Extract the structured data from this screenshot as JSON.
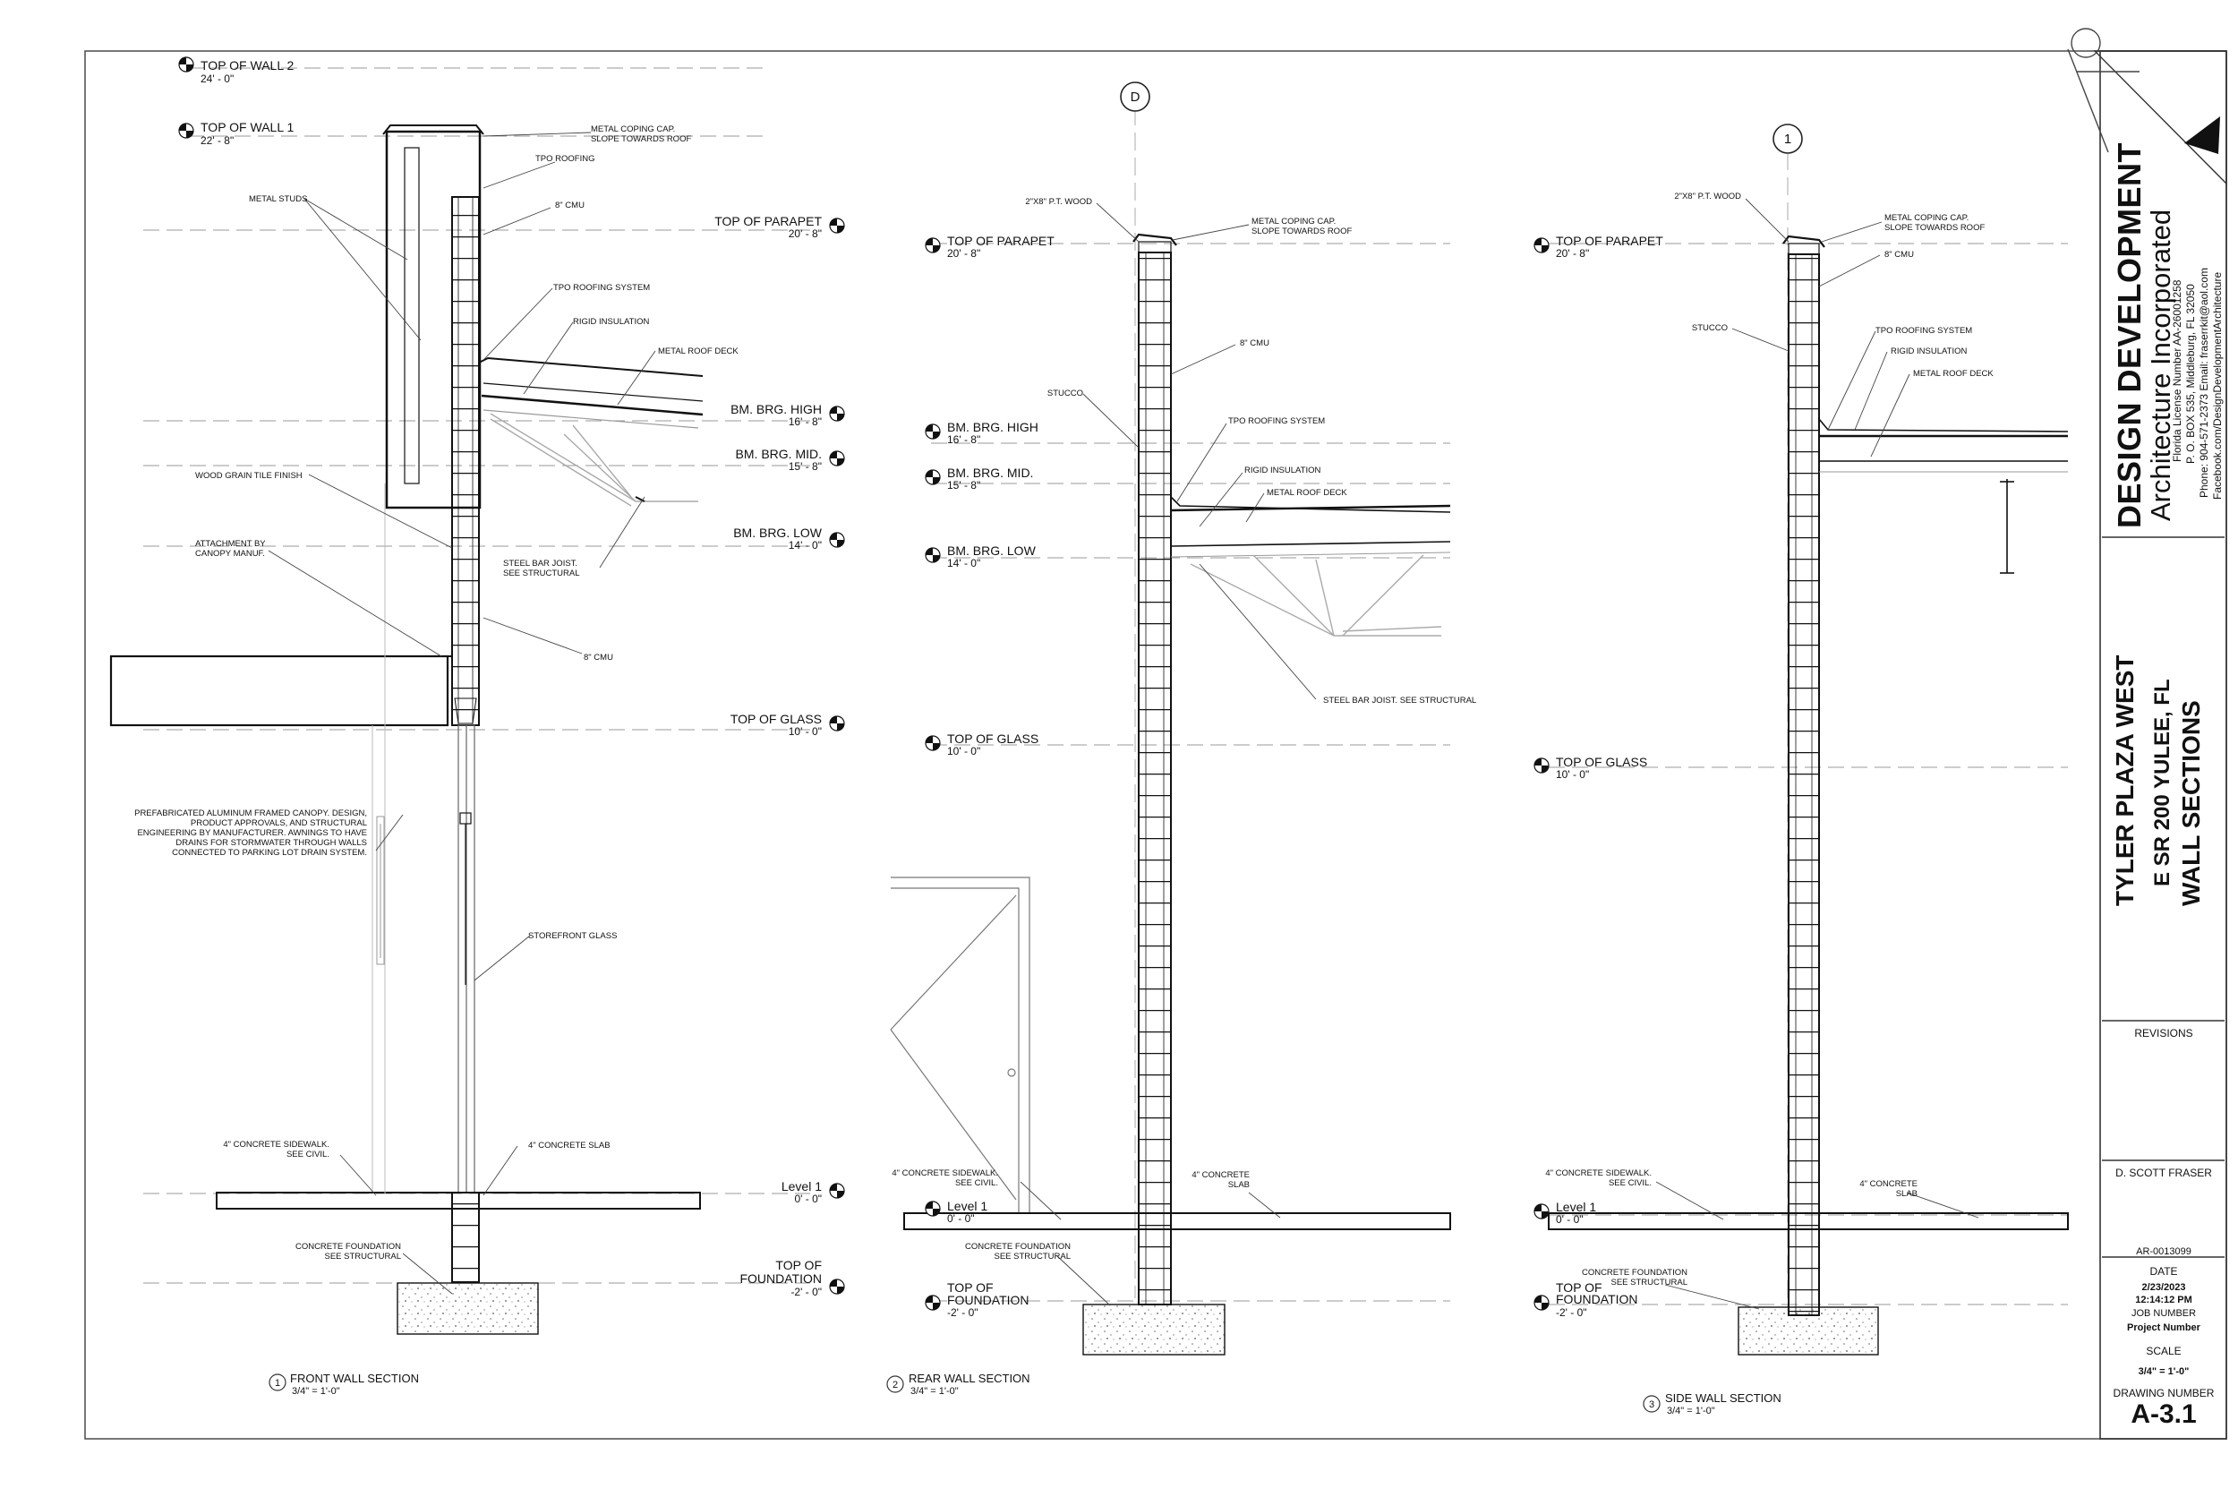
{
  "firm": {
    "name": "DESIGN DEVELOPMENT",
    "subtitle": "Architecture Incorporated",
    "license": "Florida License Number AA-26001258",
    "address": "P. O. BOX 535, Middleburg, FL  32050",
    "contact": "Phone: 904-571-2373   Email: fraserrkit@aol.com",
    "facebook": "Facebook.com/DesignDevelopmentArchitecture"
  },
  "project": {
    "name": "TYLER PLAZA WEST",
    "address": "E SR 200 YULEE, FL",
    "sheet_title": "WALL SECTIONS"
  },
  "titleblock": {
    "revisions_label": "REVISIONS",
    "architect": "D. SCOTT FRASER",
    "license_no": "AR-0013099",
    "date_label": "DATE",
    "date": "2/23/2023",
    "time": "12:14:12 PM",
    "job_label": "JOB NUMBER",
    "job_value": "Project Number",
    "scale_label": "SCALE",
    "scale_value": "3/4\" = 1'-0\"",
    "drawing_label": "DRAWING NUMBER",
    "drawing_number": "A-3.1"
  },
  "grid_bubbles": {
    "d": "D",
    "one": "1"
  },
  "section1": {
    "num": "1",
    "title": "FRONT WALL SECTION",
    "scale": "3/4\" = 1'-0\"",
    "levels": {
      "tow2": {
        "name": "TOP OF WALL 2",
        "elev": "24' - 0\""
      },
      "tow1": {
        "name": "TOP OF WALL 1",
        "elev": "22' - 8\""
      },
      "parapet": {
        "name": "TOP OF PARAPET",
        "elev": "20' - 8\""
      },
      "high": {
        "name": "BM. BRG. HIGH",
        "elev": "16' - 8\""
      },
      "mid": {
        "name": "BM. BRG. MID.",
        "elev": "15' - 8\""
      },
      "low": {
        "name": "BM. BRG. LOW",
        "elev": "14' - 0\""
      },
      "glass": {
        "name": "TOP OF GLASS",
        "elev": "10' - 0\""
      },
      "level1": {
        "name": "Level 1",
        "elev": "0' - 0\""
      },
      "found1": "TOP OF",
      "found2": "FOUNDATION",
      "found_elev": "-2' - 0\""
    },
    "notes": {
      "coping1": "METAL COPING CAP.",
      "coping2": "SLOPE TOWARDS ROOF",
      "tpo": "TPO ROOFING",
      "studs": "METAL STUDS",
      "cmu_top": "8\" CMU",
      "tpo_sys": "TPO ROOFING SYSTEM",
      "rigid": "RIGID INSULATION",
      "deck": "METAL ROOF DECK",
      "tile": "WOOD GRAIN TILE FINISH",
      "attach1": "ATTACHMENT BY",
      "attach2": "CANOPY MANUF.",
      "joist1": "STEEL BAR JOIST.",
      "joist2": "SEE STRUCTURAL",
      "cmu_low": "8\" CMU",
      "canopy1": "PREFABRICATED ALUMINUM FRAMED CANOPY. DESIGN,",
      "canopy2": "PRODUCT APPROVALS, AND STRUCTURAL",
      "canopy3": "ENGINEERING BY MANUFACTURER. AWNINGS TO HAVE",
      "canopy4": "DRAINS FOR STORMWATER THROUGH WALLS",
      "canopy5": "CONNECTED TO PARKING LOT DRAIN SYSTEM.",
      "storefront": "STOREFRONT GLASS",
      "sidewalk1": "4\"  CONCRETE SIDEWALK.",
      "sidewalk2": "SEE CIVIL.",
      "slab": "4\" CONCRETE SLAB",
      "found1": "CONCRETE FOUNDATION",
      "found2": "SEE STRUCTURAL"
    }
  },
  "section2": {
    "num": "2",
    "title": "REAR WALL SECTION",
    "scale": "3/4\" = 1'-0\"",
    "levels": {
      "parapet": {
        "name": "TOP OF PARAPET",
        "elev": "20' - 8\""
      },
      "high": {
        "name": "BM. BRG. HIGH",
        "elev": "16' - 8\""
      },
      "mid": {
        "name": "BM. BRG. MID.",
        "elev": "15' - 8\""
      },
      "low": {
        "name": "BM. BRG. LOW",
        "elev": "14' - 0\""
      },
      "glass": {
        "name": "TOP OF GLASS",
        "elev": "10' - 0\""
      },
      "level1": {
        "name": "Level 1",
        "elev": "0' - 0\""
      },
      "found1": "TOP OF",
      "found2": "FOUNDATION",
      "found_elev": "-2' - 0\""
    },
    "notes": {
      "wood": "2\"X8\" P.T. WOOD",
      "coping1": "METAL COPING CAP.",
      "coping2": "SLOPE TOWARDS ROOF",
      "cmu": "8\" CMU",
      "stucco": "STUCCO",
      "tpo_sys": "TPO ROOFING SYSTEM",
      "rigid": "RIGID INSULATION",
      "deck": "METAL ROOF DECK",
      "joist": "STEEL BAR JOIST. SEE STRUCTURAL",
      "sidewalk1": "4\" CONCRETE SIDEWALK.",
      "sidewalk2": "SEE CIVIL.",
      "slab1": "4\" CONCRETE",
      "slab2": "SLAB",
      "found1": "CONCRETE FOUNDATION",
      "found2": "SEE STRUCTURAL"
    }
  },
  "section3": {
    "num": "3",
    "title": "SIDE WALL SECTION",
    "scale": "3/4\" = 1'-0\"",
    "levels": {
      "parapet": {
        "name": "TOP OF PARAPET",
        "elev": "20' - 8\""
      },
      "glass": {
        "name": "TOP OF GLASS",
        "elev": "10' - 0\""
      },
      "level1": {
        "name": "Level 1",
        "elev": "0' - 0\""
      },
      "found1": "TOP OF",
      "found2": "FOUNDATION",
      "found_elev": "-2' - 0\""
    },
    "notes": {
      "wood": "2\"X8\" P.T. WOOD",
      "coping1": "METAL COPING CAP.",
      "coping2": "SLOPE TOWARDS ROOF",
      "cmu": "8\" CMU",
      "stucco": "STUCCO",
      "tpo_sys": "TPO ROOFING SYSTEM",
      "rigid": "RIGID INSULATION",
      "deck": "METAL ROOF DECK",
      "sidewalk1": "4\" CONCRETE SIDEWALK.",
      "sidewalk2": "SEE CIVIL.",
      "slab1": "4\" CONCRETE",
      "slab2": "SLAB",
      "found1": "CONCRETE FOUNDATION",
      "found2": "SEE STRUCTURAL"
    }
  }
}
